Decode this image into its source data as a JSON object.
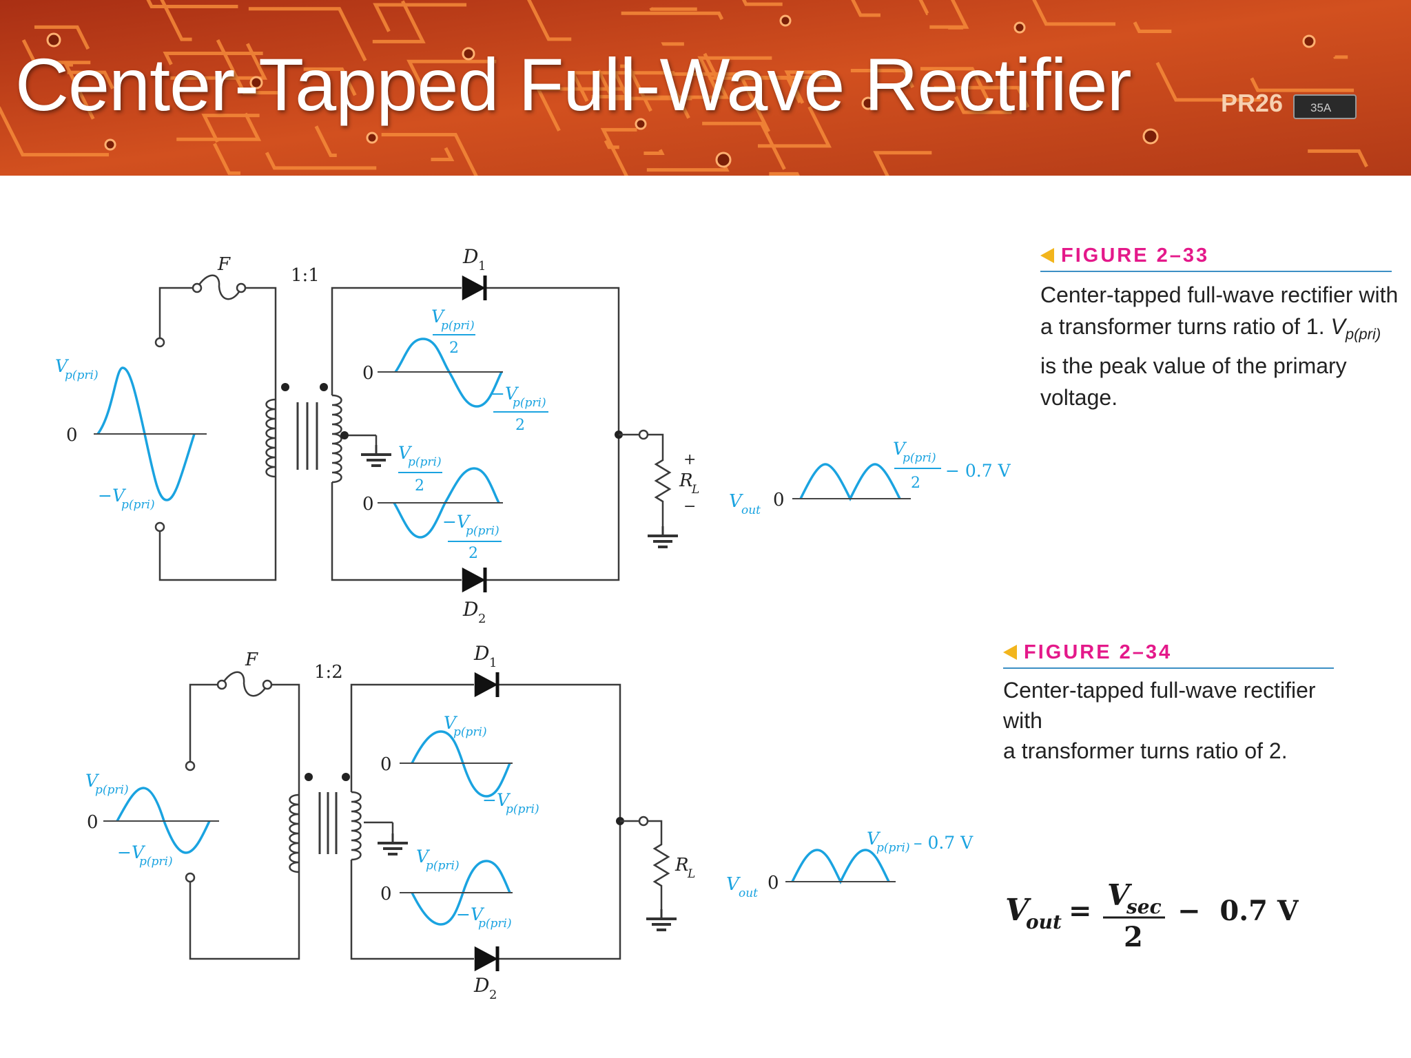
{
  "title": "Center-Tapped Full-Wave Rectifier",
  "banner": {
    "pcb_marking": "PR26",
    "chip_marking": "35A"
  },
  "figure1": {
    "label": "FIGURE 2–33",
    "caption_lines": [
      "Center-tapped full-wave rectifier with",
      "a transformer turns ratio of 1.",
      "is the peak value of the primary",
      "voltage."
    ],
    "caption_symbol": "V",
    "caption_symbol_sub": "p(pri)",
    "fuse": "F",
    "ratio": "1:1",
    "diode_top": "D",
    "diode_top_sub": "1",
    "diode_bottom": "D",
    "diode_bottom_sub": "2",
    "load": "R",
    "load_sub": "L",
    "vpri": "V",
    "vpri_sub": "p(pri)",
    "neg_vpri": "−V",
    "zero": "0",
    "half_den": "2",
    "vout": "V",
    "vout_sub": "out",
    "minus_drop": "− 0.7 V",
    "plus": "+",
    "minus": "−"
  },
  "figure2": {
    "label": "FIGURE 2–34",
    "caption_lines": [
      "Center-tapped full-wave rectifier with",
      "a transformer turns ratio of 2."
    ],
    "fuse": "F",
    "ratio": "1:2",
    "diode_top": "D",
    "diode_top_sub": "1",
    "diode_bottom": "D",
    "diode_bottom_sub": "2",
    "load": "R",
    "load_sub": "L",
    "vpri": "V",
    "vpri_sub": "p(pri)",
    "neg_vpri": "−V",
    "zero": "0",
    "vout": "V",
    "vout_sub": "out",
    "minus_drop": "– 0.7 V"
  },
  "formula": {
    "lhs": "V",
    "lhs_sub": "out",
    "equals": "=",
    "num": "V",
    "num_sub": "sec",
    "den": "2",
    "rhs": "−  0.7 V"
  },
  "colors": {
    "banner": "#c8451e",
    "trace": "#f07a2e",
    "wave": "#1aa3e0",
    "wire": "#3a3a3a",
    "figure_label": "#e4198a",
    "rule": "#3b8fc4"
  }
}
